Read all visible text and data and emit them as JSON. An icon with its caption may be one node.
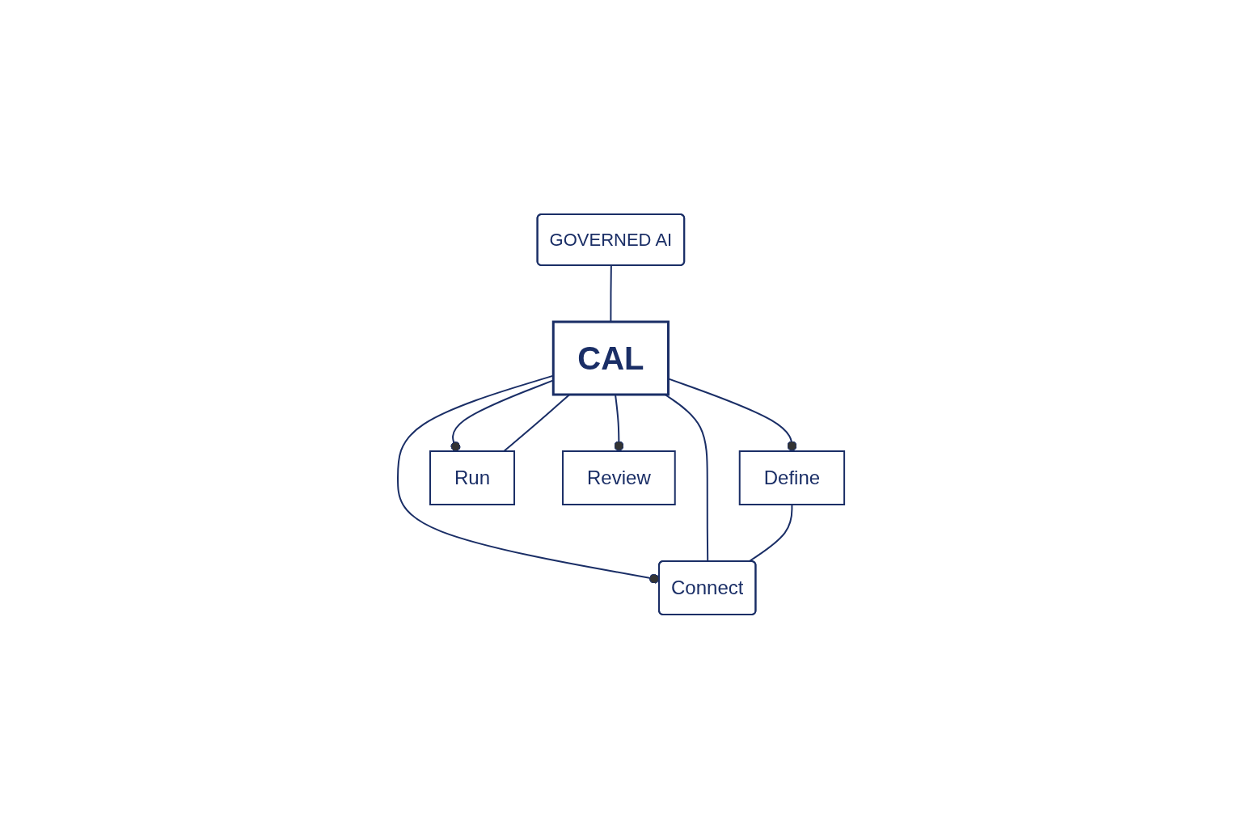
{
  "diagram": {
    "nodes": [
      {
        "text": [
          "GOVERNED AI"
        ]
      },
      {
        "text": [
          "CAL"
        ]
      },
      {
        "text": [
          "Define"
        ]
      },
      {
        "text": [
          "Connect"
        ]
      },
      {
        "text": [
          "Run"
        ]
      },
      {
        "text": [
          "Review"
        ]
      }
    ],
    "edges": [
      {
        "from": 0,
        "to": 1,
        "arrow": "none"
      },
      {
        "from": 1,
        "to": 2,
        "arrow": "other"
      },
      {
        "from": 1,
        "to": 3,
        "arrow": "other"
      },
      {
        "from": 1,
        "to": 4,
        "arrow": "other"
      },
      {
        "from": 1,
        "to": 5,
        "arrow": "other"
      },
      {
        "from": 1,
        "to": 3,
        "arrow": "none"
      },
      {
        "from": 1,
        "to": 4,
        "arrow": "none"
      },
      {
        "from": 2,
        "to": 3,
        "arrow": "none"
      }
    ]
  }
}
